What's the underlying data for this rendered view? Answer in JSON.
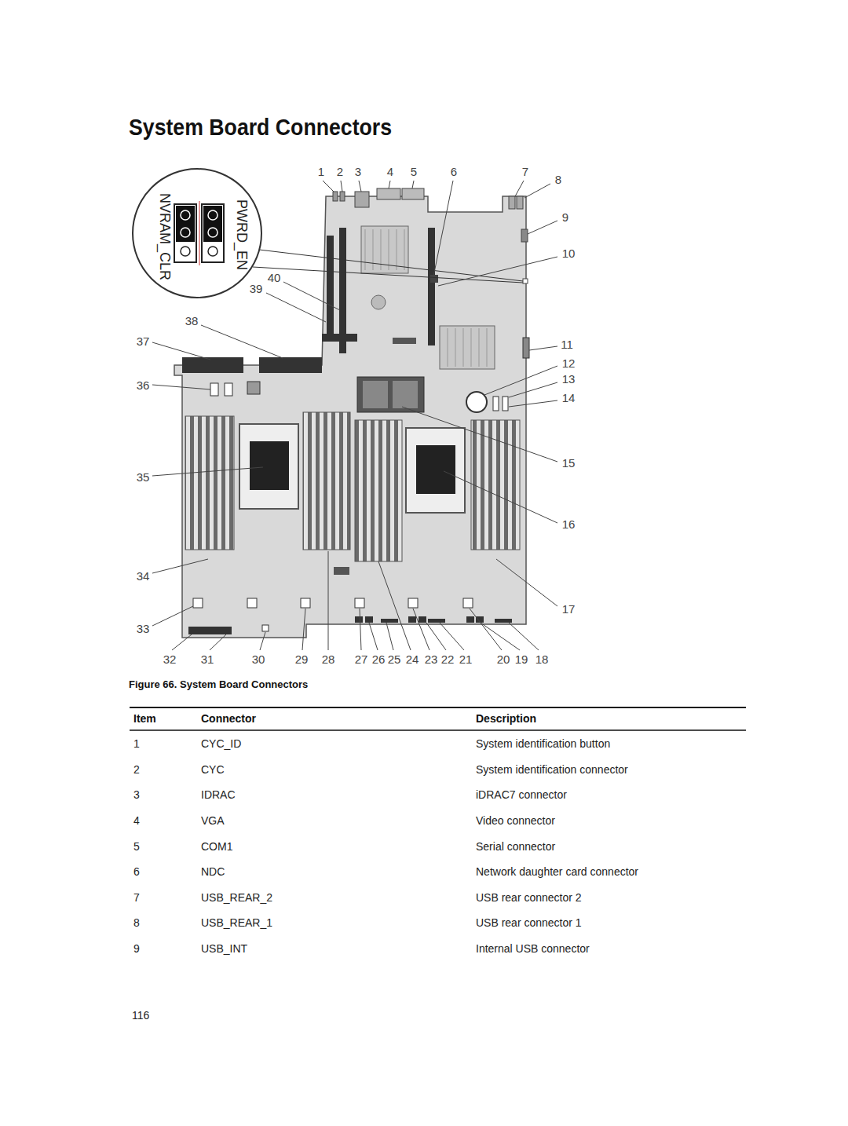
{
  "diagram": {
    "title": "System Board Connectors",
    "caption": "Figure 66. System Board Connectors",
    "nodes": [
      {
        "text": [
          "PWRD_EN",
          "NVRAM_CLR"
        ]
      }
    ],
    "labels": [
      "1",
      "2",
      "3",
      "4",
      "5",
      "6",
      "7",
      "8",
      "9",
      "10",
      "11",
      "12",
      "13",
      "14",
      "15",
      "16",
      "17",
      "18",
      "19",
      "20",
      "21",
      "22",
      "23",
      "24",
      "25",
      "26",
      "27",
      "28",
      "29",
      "30",
      "31",
      "32",
      "33",
      "34",
      "35",
      "36",
      "37",
      "38",
      "39",
      "40",
      "Item",
      "Connector",
      "Description",
      "1",
      "CYC_ID",
      "System identification button",
      "2",
      "CYC",
      "System identification connector",
      "3",
      "IDRAC",
      "iDRAC7 connector",
      "4",
      "VGA",
      "Video connector",
      "5",
      "COM1",
      "Serial connector",
      "6",
      "NDC",
      "Network daughter card connector",
      "7",
      "USB_REAR_2",
      "USB rear connector 2",
      "8",
      "USB_REAR_1",
      "USB rear connector 1",
      "9",
      "USB_INT",
      "Internal USB connector",
      "116"
    ]
  }
}
